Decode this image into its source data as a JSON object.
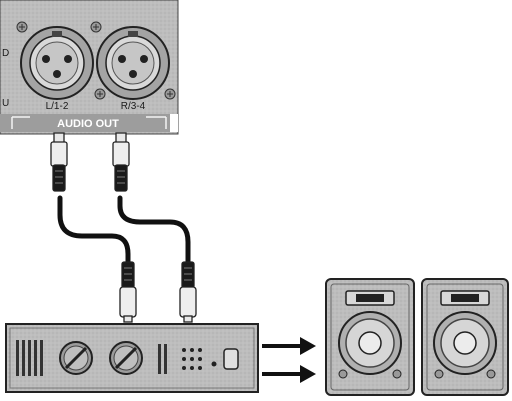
{
  "panel": {
    "section_label": "AUDIO OUT",
    "jack_left_label": "L/1-2",
    "jack_right_label": "R/3-4",
    "side_letters": [
      "D",
      "U"
    ]
  },
  "icons": [
    "xlr-female-jack-icon",
    "xlr-male-plug-icon",
    "amplifier-icon",
    "knob-icon",
    "arrow-right-icon",
    "loudspeaker-icon"
  ],
  "colors": {
    "panel": "#b8b8b8",
    "panel_dark": "#8a8a8a",
    "cable": "#111111",
    "plug": "#e6e6e6",
    "outline": "#222222"
  }
}
